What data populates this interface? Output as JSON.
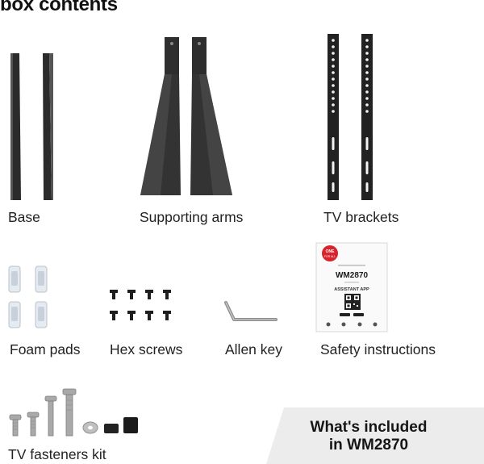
{
  "heading": "box contents",
  "items": {
    "base": "Base",
    "supporting_arms": "Supporting arms",
    "tv_brackets": "TV brackets",
    "foam_pads": "Foam pads",
    "hex_screws": "Hex screws",
    "allen_key": "Allen key",
    "safety_instructions": "Safety instructions",
    "tv_fasteners_kit": "TV fasteners kit"
  },
  "leaflet": {
    "brand_line1": "ONE",
    "brand_line2": "FOR ALL",
    "model": "WM2870",
    "app": "ASSISTANT APP"
  },
  "panel": {
    "line1": "What's included",
    "line2": "in WM2870"
  },
  "colors": {
    "panel_bg": "#ececec",
    "part_dark": "#2b2b2b",
    "brand_red": "#d8232a"
  }
}
